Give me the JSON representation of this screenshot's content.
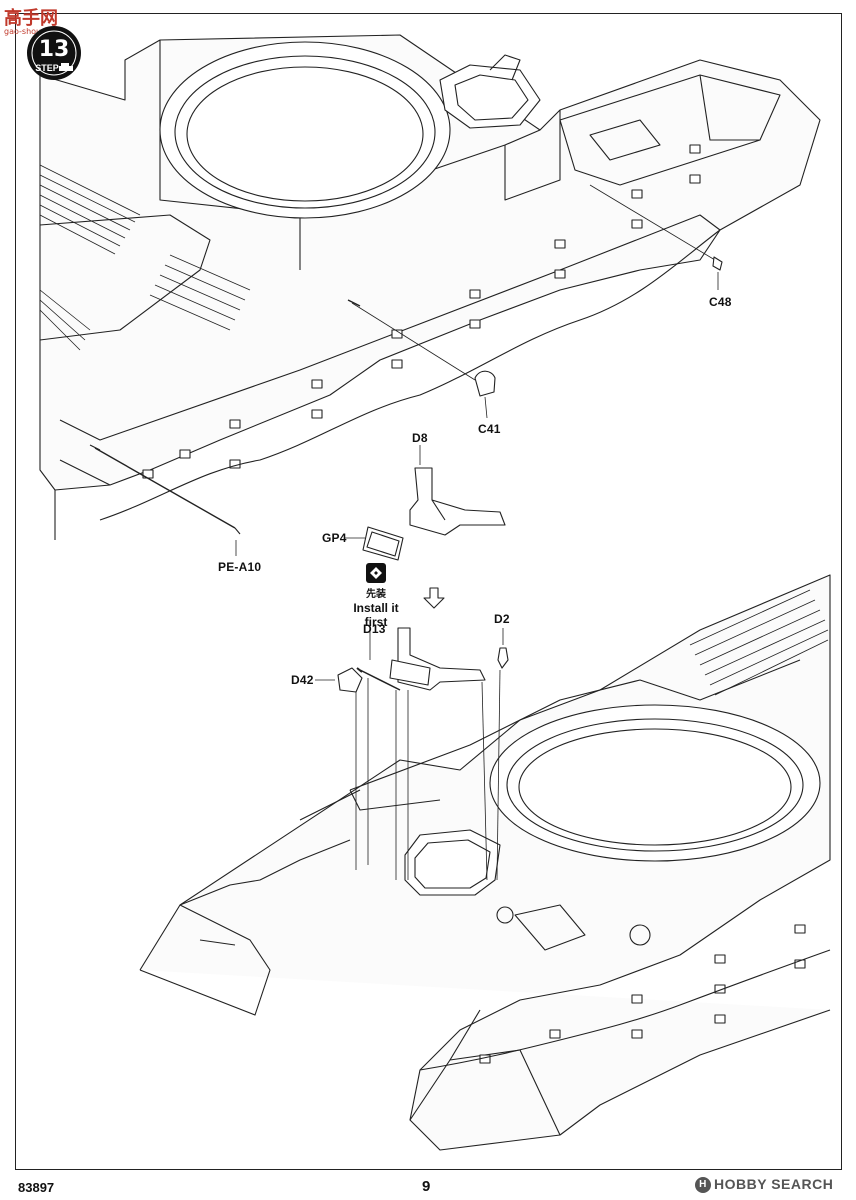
{
  "watermark": {
    "brand": "高手网",
    "site": "gao-shou.com"
  },
  "step": {
    "number": "13",
    "label": "STEP"
  },
  "parts": {
    "c48": "C48",
    "c41": "C41",
    "d8": "D8",
    "gp4": "GP4",
    "pe_a10": "PE-A10",
    "d13": "D13",
    "d2": "D2",
    "d42": "D42"
  },
  "note": {
    "cn": "先装",
    "en": "Install it first"
  },
  "footer": {
    "kit_number": "83897",
    "page_number": "9",
    "source_logo": "H",
    "source": "HOBBY SEARCH"
  }
}
